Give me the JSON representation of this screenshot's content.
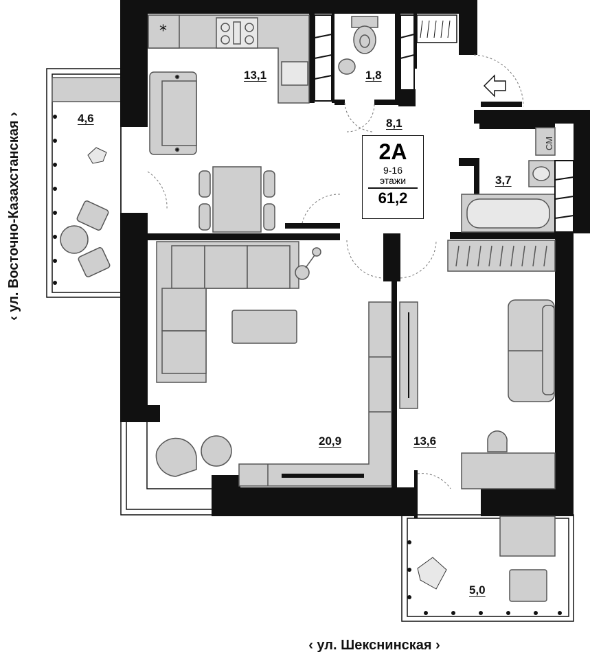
{
  "apartment": {
    "type_code": "2А",
    "floors": "9-16",
    "floors_label": "этажи",
    "total_area": "61,2"
  },
  "rooms": {
    "kitchen": "13,1",
    "bathroom_small": "1,8",
    "hallway": "8,1",
    "bathroom": "3,7",
    "balcony_left": "4,6",
    "living_room": "20,9",
    "bedroom": "13,6",
    "balcony_bottom": "5,0"
  },
  "streets": {
    "west": "‹ ул. Восточно-Казахстанская ›",
    "south": "‹ ул. Шекснинская ›"
  },
  "fixtures": {
    "washer_label": "СМ",
    "freezer_symbol": "*"
  },
  "colors": {
    "wall": "#111111",
    "furniture": "#cfcfcf",
    "furniture_stroke": "#555555",
    "background": "#ffffff"
  }
}
